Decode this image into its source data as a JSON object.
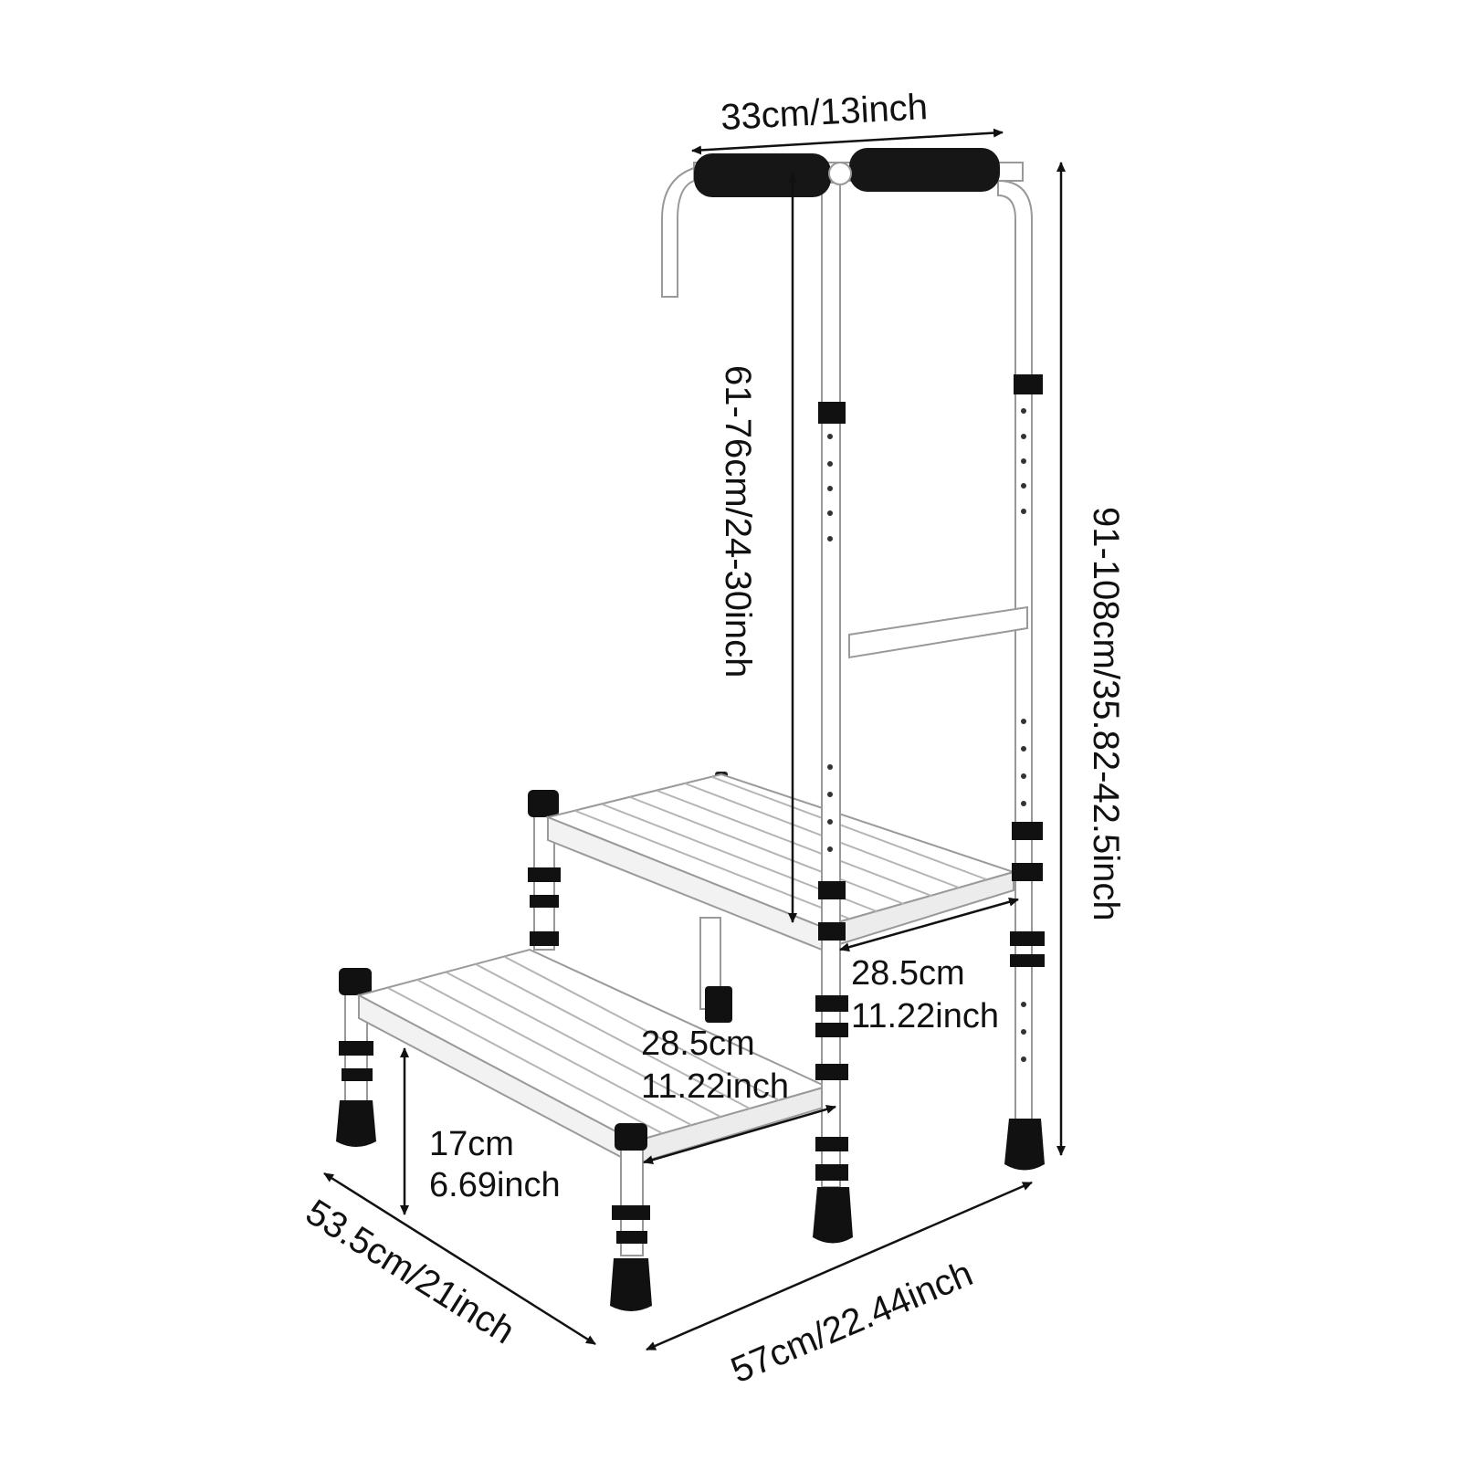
{
  "product": {
    "name": "step-stool-with-handrail",
    "colors": {
      "frame": "#ffffff",
      "frame_outline": "#8c8c8c",
      "grip": "#161616",
      "foot": "#111111",
      "arrow": "#111111"
    }
  },
  "dimensions": {
    "handle_width": "33cm/13inch",
    "handle_height": "61-76cm/24-30inch",
    "total_height": "91-108cm/35.82-42.5inch",
    "upper_step_depth_cm": "28.5cm",
    "upper_step_depth_in": "11.22inch",
    "lower_step_depth_cm": "28.5cm",
    "lower_step_depth_in": "11.22inch",
    "step_height_cm": "17cm",
    "step_height_in": "6.69inch",
    "depth": "53.5cm/21inch",
    "width": "57cm/22.44inch"
  }
}
